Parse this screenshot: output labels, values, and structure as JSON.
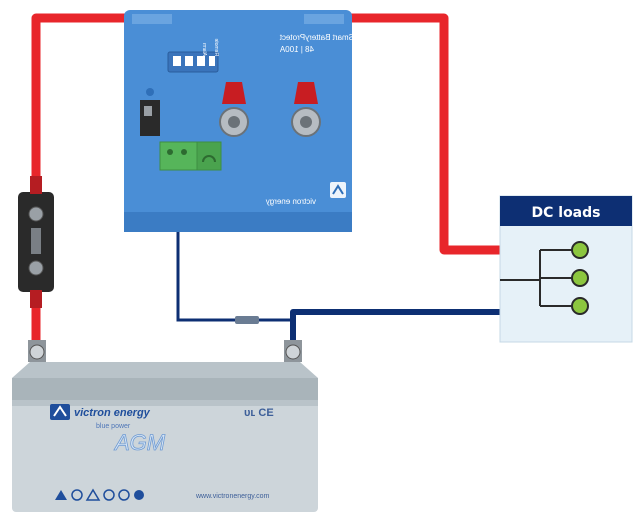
{
  "diagram": {
    "loads_box": {
      "title": "DC loads"
    },
    "protect_device": {
      "brand": "victron energy",
      "product_name": "Smart BatteryProtect",
      "rating": "48 | 100A",
      "connector_labels": [
        "Alarm",
        "Remote"
      ]
    },
    "battery": {
      "brand": "victron energy",
      "brand_tagline": "blue power",
      "type": "AGM",
      "certifications": "ᴜʟ CE",
      "website": "www.victronenergy.com"
    },
    "colors": {
      "positive_wire": "#e8262b",
      "negative_wire": "#0d2f73",
      "device_blue": "#4a8ed6",
      "device_dark": "#2f6fb8",
      "terminal_green": "#56b55a",
      "loads_header": "#0d2f73",
      "loads_bg": "#e6f1f8",
      "battery_grey": "#cdd5da",
      "load_dot": "#8cc63f"
    }
  }
}
